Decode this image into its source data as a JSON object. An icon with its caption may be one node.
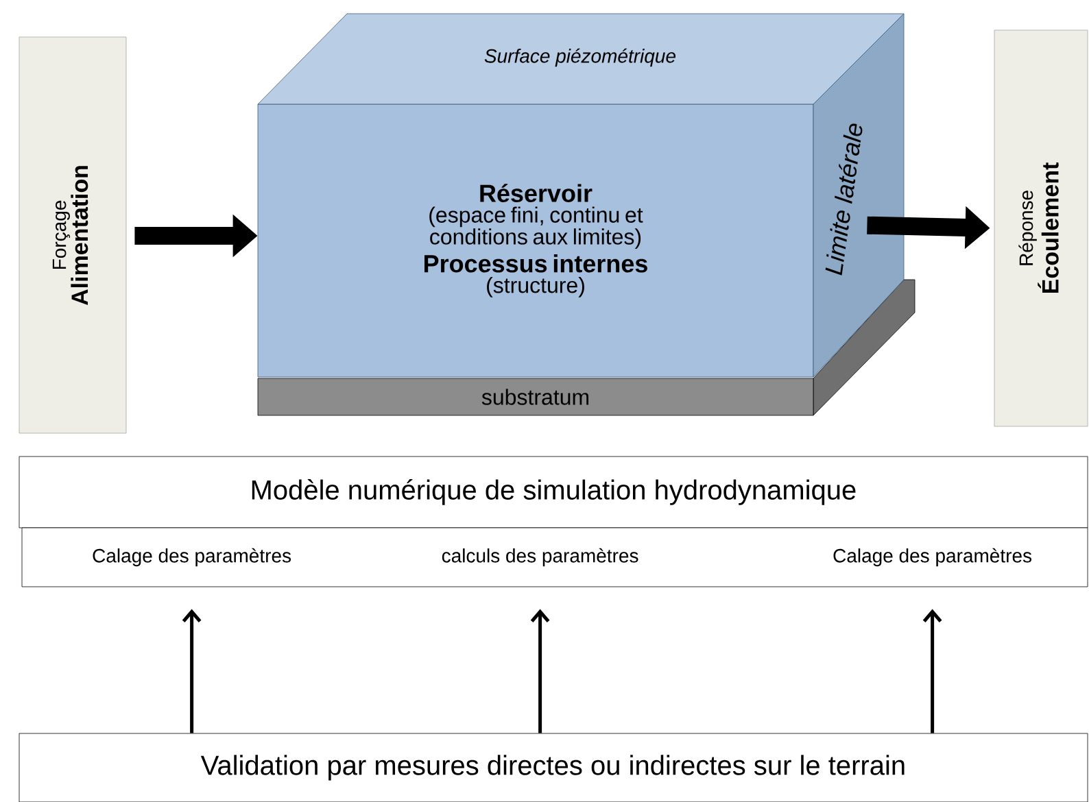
{
  "diagram": {
    "nodes": [
      {
        "text": [
          "Forçage",
          "Alimentation"
        ]
      },
      {
        "text": [
          "Réservoir",
          "(espace fini, continu et conditions aux limites)",
          "Processus internes",
          "(structure)"
        ]
      },
      {
        "text": [
          "Surface piézométrique"
        ]
      },
      {
        "text": [
          "Limite latérale"
        ]
      },
      {
        "text": [
          "substratum"
        ]
      },
      {
        "text": [
          "Réponse",
          "Écoulement"
        ]
      },
      {
        "text": [
          "Modèle numérique de simulation hydrodynamique"
        ]
      },
      {
        "text": [],
        "shape": "box"
      },
      {
        "text": [
          "Calage des paramètres"
        ],
        "in": 7
      },
      {
        "text": [
          "calculs des paramètres"
        ],
        "in": 7
      },
      {
        "text": [
          "Calage des paramètres"
        ],
        "in": 7
      },
      {
        "text": [
          "Validation par mesures directes ou indirectes sur le terrain"
        ]
      }
    ],
    "edges": [
      {
        "from": 0,
        "to": 1,
        "arrow": "to",
        "style": "thick"
      },
      {
        "from": 3,
        "to": 5,
        "arrow": "to",
        "style": "thick"
      },
      {
        "from": 11,
        "to": 8,
        "arrow": "to"
      },
      {
        "from": 11,
        "to": 9,
        "arrow": "to"
      },
      {
        "from": 11,
        "to": 10,
        "arrow": "to"
      }
    ]
  }
}
